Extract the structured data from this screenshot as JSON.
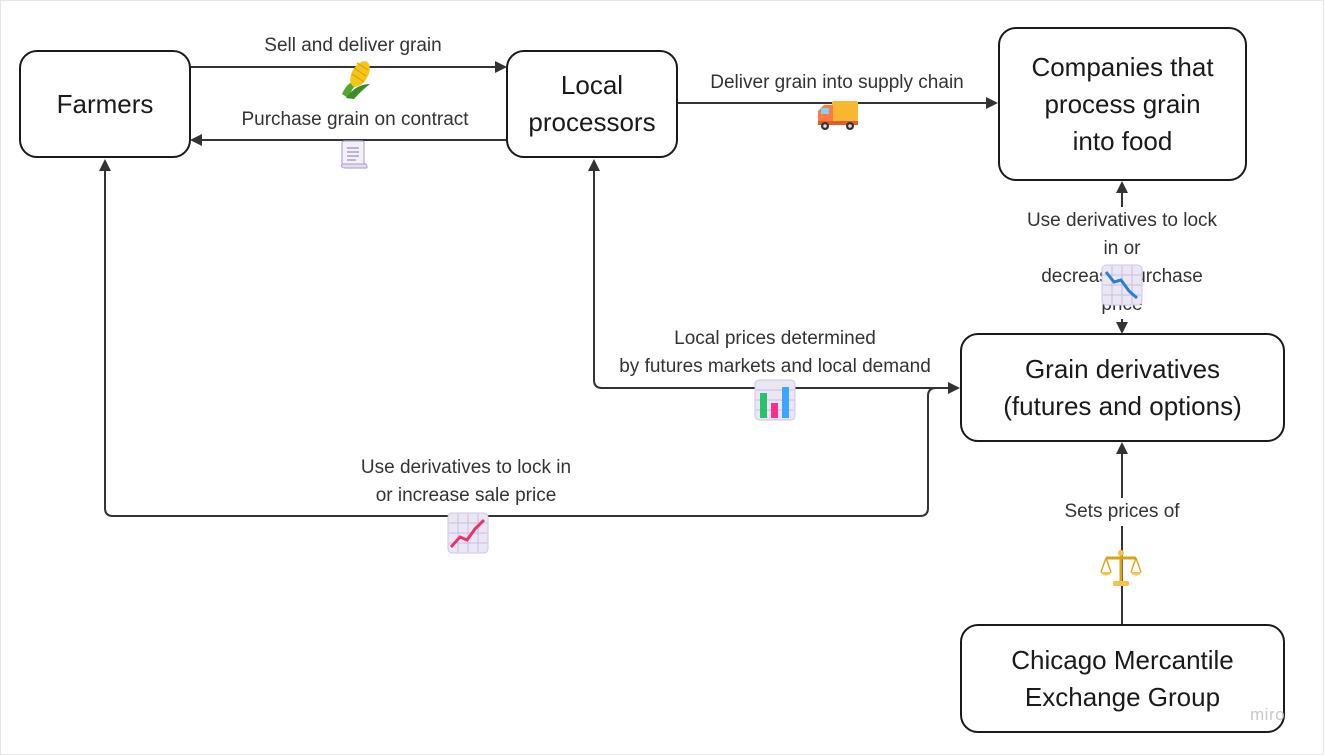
{
  "nodes": {
    "farmers": "Farmers",
    "local_processors": "Local\nprocessors",
    "companies": "Companies that\nprocess grain\ninto food",
    "derivatives": "Grain derivatives\n(futures and options)",
    "cme": "Chicago Mercantile\nExchange Group"
  },
  "edges": {
    "sell_deliver": "Sell and deliver grain",
    "purchase_contract": "Purchase grain on contract",
    "deliver_supply_chain": "Deliver grain into supply chain",
    "companies_derivatives": "Use derivatives to lock in or\ndecrease purchase price",
    "local_prices": "Local prices determined\nby futures markets and local demand",
    "farmers_derivatives": "Use derivatives to lock in\nor increase sale price",
    "sets_prices": "Sets prices of"
  },
  "icons": {
    "sell_deliver": "corn-icon",
    "purchase_contract": "scroll-icon",
    "deliver_supply_chain": "truck-icon",
    "companies_derivatives": "chart-decreasing-icon",
    "local_prices": "bar-chart-icon",
    "farmers_derivatives": "chart-increasing-icon",
    "sets_prices": "balance-scale-icon"
  },
  "watermark": "miro",
  "colors": {
    "stroke": "#333333",
    "node_border": "#1a1a1a",
    "corn": "#f5c518",
    "truck_cab": "#f7b731",
    "chart_up": "#e8336b",
    "chart_down": "#2b7fd1"
  }
}
